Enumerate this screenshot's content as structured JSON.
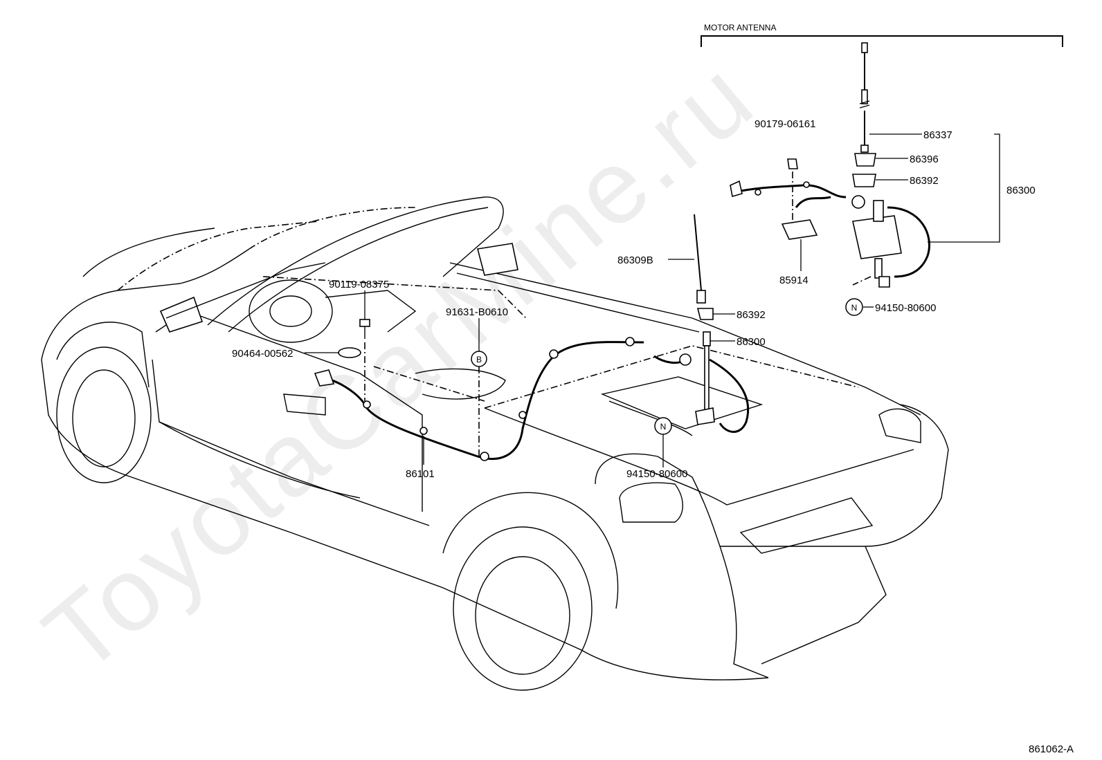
{
  "section_title": "MOTOR ANTENNA",
  "watermark": "ToyotaCarMine.ru",
  "figure_code": "861062-A",
  "callouts": {
    "p90179": "90179-06161",
    "p86337": "86337",
    "p86396": "86396",
    "p86392_top": "86392",
    "p86300_right": "86300",
    "p86309B": "86309B",
    "p85914": "85914",
    "p94150_right": "94150-80600",
    "p90119": "90119-08375",
    "p91631": "91631-B0610",
    "p86392_mid": "86392",
    "p86300_mid": "86300",
    "p90464": "90464-00562",
    "p86101": "86101",
    "p94150_bottom": "94150-80600"
  },
  "markers": {
    "n_right": "N",
    "n_bottom": "N",
    "b_marker": "B"
  }
}
